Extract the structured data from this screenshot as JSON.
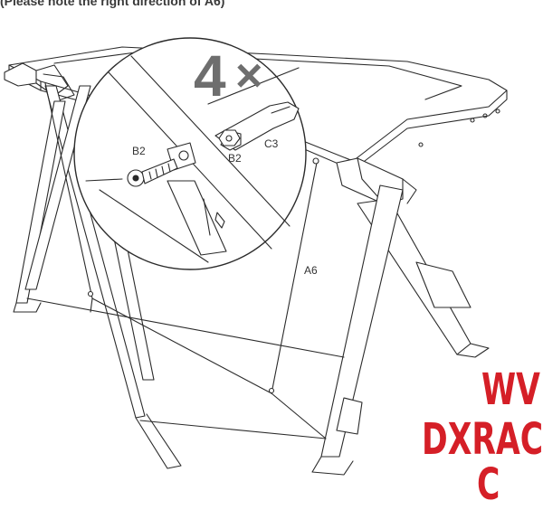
{
  "header": {
    "note": "(Please note the right direction of A6)"
  },
  "callout": {
    "quantity": "4",
    "multiplier": "×",
    "labels": {
      "bolt": "B2",
      "nut": "B2",
      "wrench": "C3"
    }
  },
  "parts": {
    "brace": "A6"
  },
  "watermark": {
    "line1": "WV",
    "line2": "DXRAC",
    "line3": "C"
  },
  "colors": {
    "line": "#2b2b2b",
    "watermark": "#d51f27",
    "quantity": "#6e6e6e"
  }
}
